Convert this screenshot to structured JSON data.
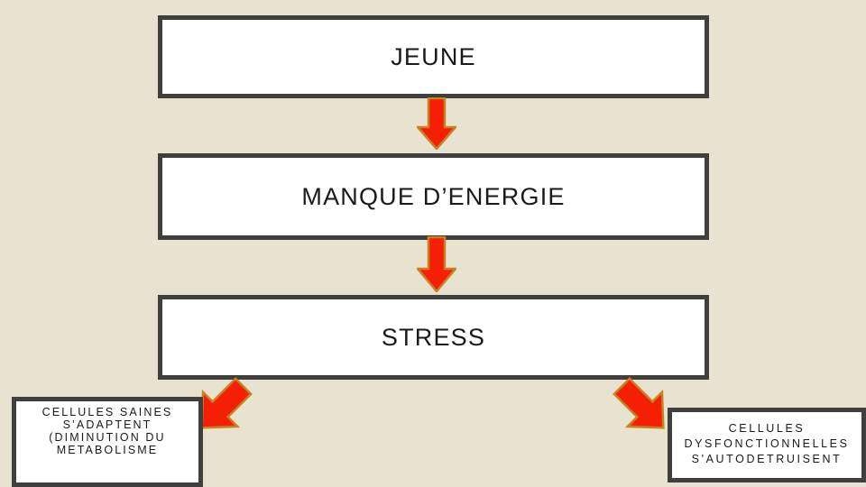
{
  "slide": {
    "background_color": "#e8e2d1",
    "box_border_color": "#3f3f3d",
    "box_fill_color": "#ffffff",
    "arrow_fill_color": "#f41f05",
    "arrow_outline_color": "#c8821e",
    "text_color": "#1a1a1a"
  },
  "flow": {
    "steps": [
      {
        "id": "jeune",
        "label": "JEUNE"
      },
      {
        "id": "manque",
        "label": "MANQUE D’ENERGIE"
      },
      {
        "id": "stress",
        "label": "STRESS"
      }
    ],
    "outcomes": [
      {
        "id": "cellules-saines",
        "label": "CELLULES SAINES S’ADAPTENT (DIMINUTION DU METABOLISME"
      },
      {
        "id": "cellules-dysfonctionnelles",
        "label": "CELLULES DYSFONCTIONNELLES S'AUTODETRUISENT"
      }
    ],
    "connectors": [
      {
        "id": "jeune-to-manque",
        "icon": "down-arrow-icon"
      },
      {
        "id": "manque-to-stress",
        "icon": "down-arrow-icon"
      },
      {
        "id": "stress-to-saines",
        "icon": "down-left-arrow-icon"
      },
      {
        "id": "stress-to-dysfonctionnelles",
        "icon": "down-right-arrow-icon"
      }
    ]
  }
}
